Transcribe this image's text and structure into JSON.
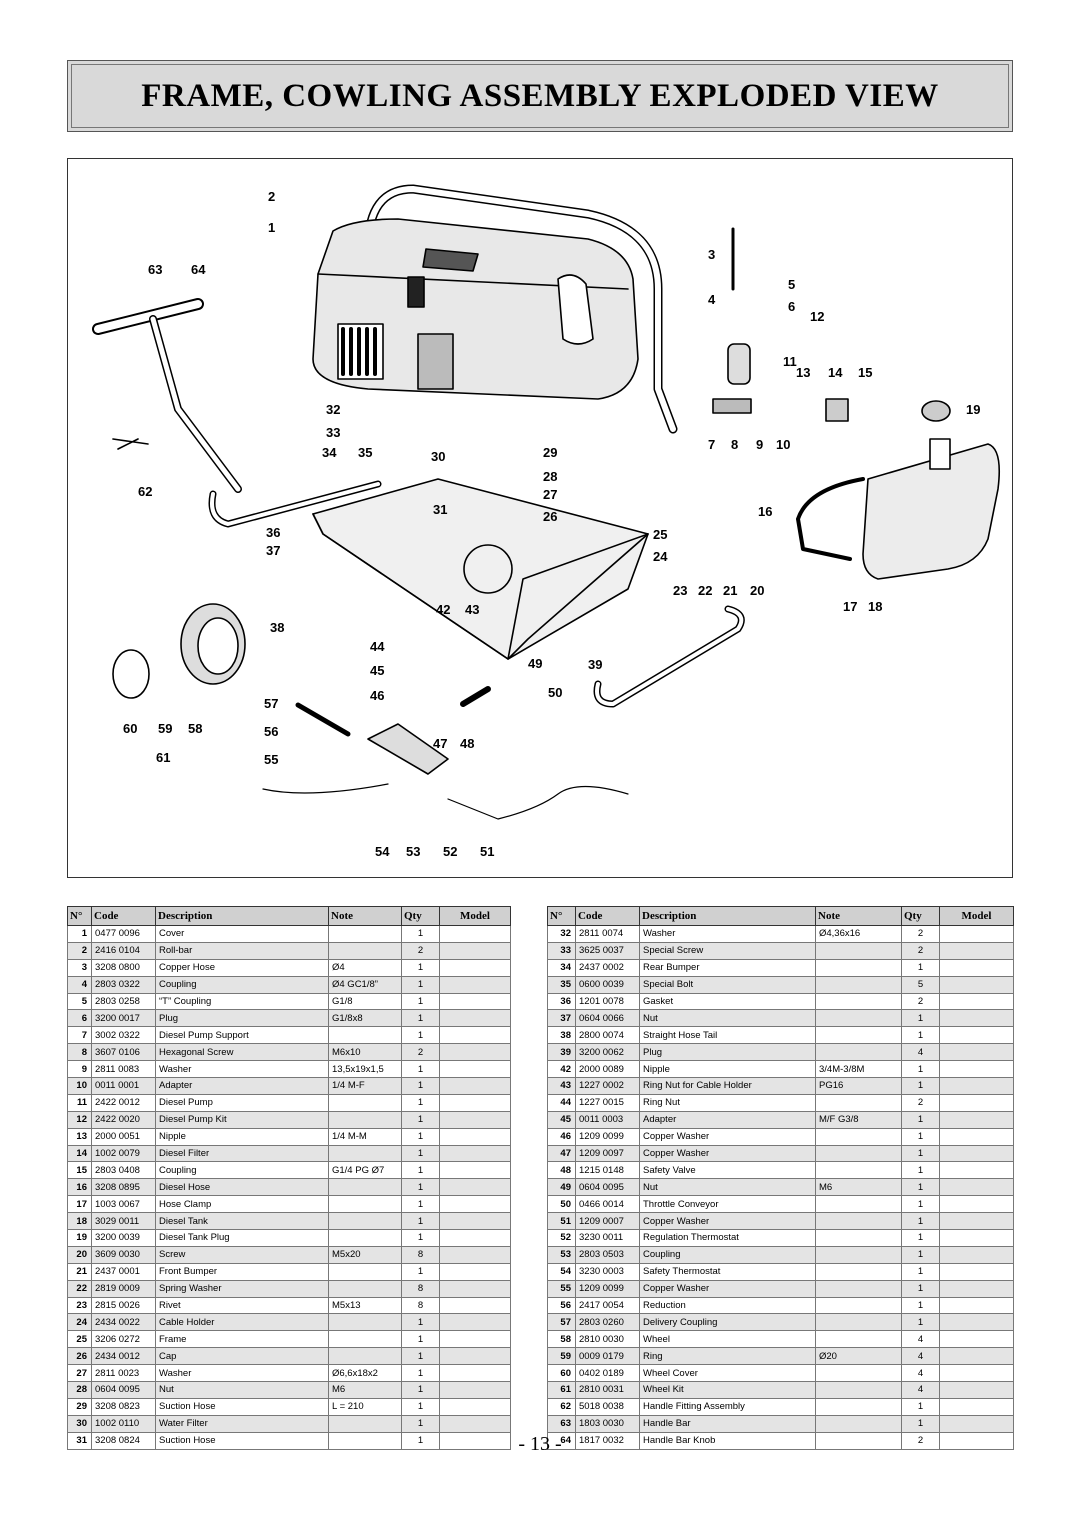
{
  "title": "FRAME, COWLING ASSEMBLY EXPLODED VIEW",
  "page_number": "- 13 -",
  "diagram": {
    "callouts": [
      "1",
      "2",
      "3",
      "4",
      "5",
      "6",
      "7",
      "8",
      "9",
      "10",
      "11",
      "12",
      "13",
      "14",
      "15",
      "16",
      "17",
      "18",
      "19",
      "20",
      "21",
      "22",
      "23",
      "24",
      "25",
      "26",
      "27",
      "28",
      "29",
      "30",
      "31",
      "32",
      "33",
      "34",
      "35",
      "36",
      "37",
      "38",
      "39",
      "42",
      "43",
      "44",
      "45",
      "46",
      "47",
      "48",
      "49",
      "50",
      "51",
      "52",
      "53",
      "54",
      "55",
      "56",
      "57",
      "58",
      "59",
      "60",
      "61",
      "62",
      "63",
      "64"
    ]
  },
  "table_headers": {
    "no": "N°",
    "code": "Code",
    "description": "Description",
    "note": "Note",
    "qty": "Qty",
    "model": "Model"
  },
  "parts_left": [
    {
      "no": "1",
      "code": "0477 0096",
      "description": "Cover",
      "note": "",
      "qty": "1",
      "model": ""
    },
    {
      "no": "2",
      "code": "2416 0104",
      "description": "Roll-bar",
      "note": "",
      "qty": "2",
      "model": ""
    },
    {
      "no": "3",
      "code": "3208 0800",
      "description": "Copper Hose",
      "note": "Ø4",
      "qty": "1",
      "model": ""
    },
    {
      "no": "4",
      "code": "2803 0322",
      "description": "Coupling",
      "note": "Ø4 GC1/8”",
      "qty": "1",
      "model": ""
    },
    {
      "no": "5",
      "code": "2803 0258",
      "description": "“T” Coupling",
      "note": "G1/8",
      "qty": "1",
      "model": ""
    },
    {
      "no": "6",
      "code": "3200 0017",
      "description": "Plug",
      "note": "G1/8x8",
      "qty": "1",
      "model": ""
    },
    {
      "no": "7",
      "code": "3002 0322",
      "description": "Diesel Pump Support",
      "note": "",
      "qty": "1",
      "model": ""
    },
    {
      "no": "8",
      "code": "3607 0106",
      "description": "Hexagonal Screw",
      "note": "M6x10",
      "qty": "2",
      "model": ""
    },
    {
      "no": "9",
      "code": "2811 0083",
      "description": "Washer",
      "note": "13,5x19x1,5",
      "qty": "1",
      "model": ""
    },
    {
      "no": "10",
      "code": "0011 0001",
      "description": "Adapter",
      "note": "1/4 M-F",
      "qty": "1",
      "model": ""
    },
    {
      "no": "11",
      "code": "2422 0012",
      "description": "Diesel Pump",
      "note": "",
      "qty": "1",
      "model": ""
    },
    {
      "no": "12",
      "code": "2422 0020",
      "description": "Diesel Pump Kit",
      "note": "",
      "qty": "1",
      "model": ""
    },
    {
      "no": "13",
      "code": "2000 0051",
      "description": "Nipple",
      "note": "1/4 M-M",
      "qty": "1",
      "model": ""
    },
    {
      "no": "14",
      "code": "1002 0079",
      "description": "Diesel Filter",
      "note": "",
      "qty": "1",
      "model": ""
    },
    {
      "no": "15",
      "code": "2803 0408",
      "description": "Coupling",
      "note": "G1/4  PG Ø7",
      "qty": "1",
      "model": ""
    },
    {
      "no": "16",
      "code": "3208 0895",
      "description": "Diesel Hose",
      "note": "",
      "qty": "1",
      "model": ""
    },
    {
      "no": "17",
      "code": "1003 0067",
      "description": "Hose Clamp",
      "note": "",
      "qty": "1",
      "model": ""
    },
    {
      "no": "18",
      "code": "3029 0011",
      "description": "Diesel Tank",
      "note": "",
      "qty": "1",
      "model": ""
    },
    {
      "no": "19",
      "code": "3200 0039",
      "description": "Diesel Tank Plug",
      "note": "",
      "qty": "1",
      "model": ""
    },
    {
      "no": "20",
      "code": "3609 0030",
      "description": "Screw",
      "note": "M5x20",
      "qty": "8",
      "model": ""
    },
    {
      "no": "21",
      "code": "2437 0001",
      "description": "Front Bumper",
      "note": "",
      "qty": "1",
      "model": ""
    },
    {
      "no": "22",
      "code": "2819 0009",
      "description": "Spring Washer",
      "note": "",
      "qty": "8",
      "model": ""
    },
    {
      "no": "23",
      "code": "2815 0026",
      "description": "Rivet",
      "note": "M5x13",
      "qty": "8",
      "model": ""
    },
    {
      "no": "24",
      "code": "2434 0022",
      "description": "Cable Holder",
      "note": "",
      "qty": "1",
      "model": ""
    },
    {
      "no": "25",
      "code": "3206 0272",
      "description": "Frame",
      "note": "",
      "qty": "1",
      "model": ""
    },
    {
      "no": "26",
      "code": "2434 0012",
      "description": "Cap",
      "note": "",
      "qty": "1",
      "model": ""
    },
    {
      "no": "27",
      "code": "2811 0023",
      "description": "Washer",
      "note": "Ø6,6x18x2",
      "qty": "1",
      "model": ""
    },
    {
      "no": "28",
      "code": "0604 0095",
      "description": "Nut",
      "note": "M6",
      "qty": "1",
      "model": ""
    },
    {
      "no": "29",
      "code": "3208 0823",
      "description": "Suction Hose",
      "note": "L = 210",
      "qty": "1",
      "model": ""
    },
    {
      "no": "30",
      "code": "1002 0110",
      "description": "Water Filter",
      "note": "",
      "qty": "1",
      "model": ""
    },
    {
      "no": "31",
      "code": "3208 0824",
      "description": "Suction Hose",
      "note": "",
      "qty": "1",
      "model": ""
    }
  ],
  "parts_right": [
    {
      "no": "32",
      "code": "2811 0074",
      "description": "Washer",
      "note": "Ø4,36x16",
      "qty": "2",
      "model": ""
    },
    {
      "no": "33",
      "code": "3625 0037",
      "description": "Special Screw",
      "note": "",
      "qty": "2",
      "model": ""
    },
    {
      "no": "34",
      "code": "2437 0002",
      "description": "Rear Bumper",
      "note": "",
      "qty": "1",
      "model": ""
    },
    {
      "no": "35",
      "code": "0600 0039",
      "description": "Special Bolt",
      "note": "",
      "qty": "5",
      "model": ""
    },
    {
      "no": "36",
      "code": "1201 0078",
      "description": "Gasket",
      "note": "",
      "qty": "2",
      "model": ""
    },
    {
      "no": "37",
      "code": "0604 0066",
      "description": "Nut",
      "note": "",
      "qty": "1",
      "model": ""
    },
    {
      "no": "38",
      "code": "2800 0074",
      "description": "Straight Hose Tail",
      "note": "",
      "qty": "1",
      "model": ""
    },
    {
      "no": "39",
      "code": "3200 0062",
      "description": "Plug",
      "note": "",
      "qty": "4",
      "model": ""
    },
    {
      "no": "42",
      "code": "2000 0089",
      "description": "Nipple",
      "note": "3/4M-3/8M",
      "qty": "1",
      "model": ""
    },
    {
      "no": "43",
      "code": "1227 0002",
      "description": "Ring Nut for Cable Holder",
      "note": "PG16",
      "qty": "1",
      "model": ""
    },
    {
      "no": "44",
      "code": "1227 0015",
      "description": "Ring Nut",
      "note": "",
      "qty": "2",
      "model": ""
    },
    {
      "no": "45",
      "code": "0011 0003",
      "description": "Adapter",
      "note": "M/F G3/8",
      "qty": "1",
      "model": ""
    },
    {
      "no": "46",
      "code": "1209 0099",
      "description": "Copper Washer",
      "note": "",
      "qty": "1",
      "model": ""
    },
    {
      "no": "47",
      "code": "1209 0097",
      "description": "Copper Washer",
      "note": "",
      "qty": "1",
      "model": ""
    },
    {
      "no": "48",
      "code": "1215 0148",
      "description": "Safety Valve",
      "note": "",
      "qty": "1",
      "model": ""
    },
    {
      "no": "49",
      "code": "0604 0095",
      "description": "Nut",
      "note": "M6",
      "qty": "1",
      "model": ""
    },
    {
      "no": "50",
      "code": "0466 0014",
      "description": "Throttle Conveyor",
      "note": "",
      "qty": "1",
      "model": ""
    },
    {
      "no": "51",
      "code": "1209 0007",
      "description": "Copper Washer",
      "note": "",
      "qty": "1",
      "model": ""
    },
    {
      "no": "52",
      "code": "3230 0011",
      "description": "Regulation Thermostat",
      "note": "",
      "qty": "1",
      "model": ""
    },
    {
      "no": "53",
      "code": "2803 0503",
      "description": "Coupling",
      "note": "",
      "qty": "1",
      "model": ""
    },
    {
      "no": "54",
      "code": "3230 0003",
      "description": "Safety Thermostat",
      "note": "",
      "qty": "1",
      "model": ""
    },
    {
      "no": "55",
      "code": "1209 0099",
      "description": "Copper Washer",
      "note": "",
      "qty": "1",
      "model": ""
    },
    {
      "no": "56",
      "code": "2417 0054",
      "description": "Reduction",
      "note": "",
      "qty": "1",
      "model": ""
    },
    {
      "no": "57",
      "code": "2803 0260",
      "description": "Delivery Coupling",
      "note": "",
      "qty": "1",
      "model": ""
    },
    {
      "no": "58",
      "code": "2810 0030",
      "description": "Wheel",
      "note": "",
      "qty": "4",
      "model": ""
    },
    {
      "no": "59",
      "code": "0009 0179",
      "description": "Ring",
      "note": "Ø20",
      "qty": "4",
      "model": ""
    },
    {
      "no": "60",
      "code": "0402 0189",
      "description": "Wheel Cover",
      "note": "",
      "qty": "4",
      "model": ""
    },
    {
      "no": "61",
      "code": "2810 0031",
      "description": "Wheel Kit",
      "note": "",
      "qty": "4",
      "model": ""
    },
    {
      "no": "62",
      "code": "5018 0038",
      "description": "Handle Fitting Assembly",
      "note": "",
      "qty": "1",
      "model": ""
    },
    {
      "no": "63",
      "code": "1803 0030",
      "description": "Handle Bar",
      "note": "",
      "qty": "1",
      "model": ""
    },
    {
      "no": "64",
      "code": "1817 0032",
      "description": "Handle Bar Knob",
      "note": "",
      "qty": "2",
      "model": ""
    }
  ]
}
